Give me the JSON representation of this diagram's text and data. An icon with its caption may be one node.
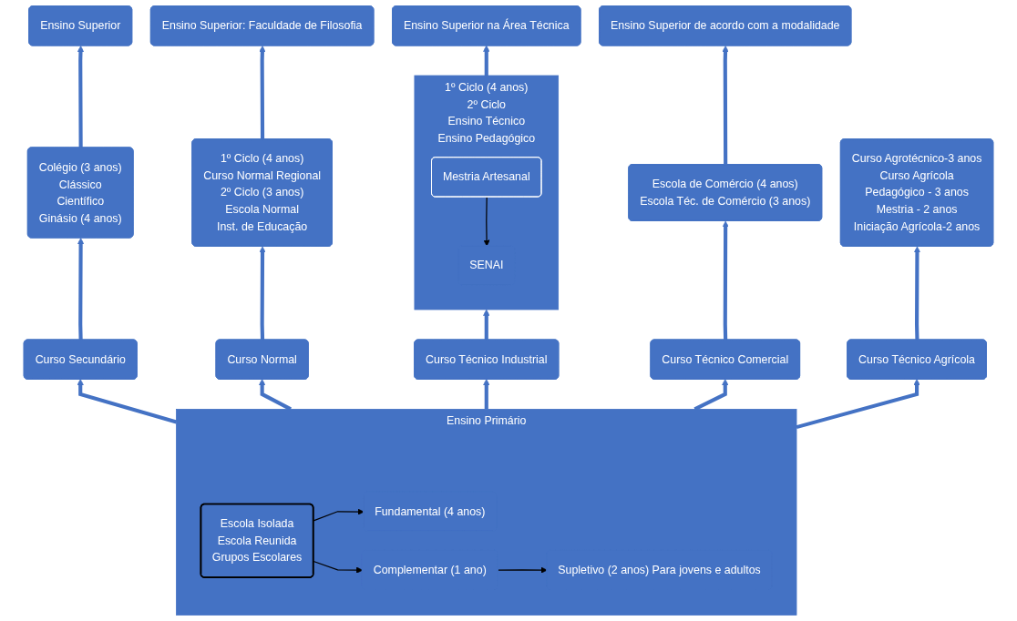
{
  "diagram": {
    "nodes": [
      {
        "text": [
          "Ensino Superior"
        ]
      },
      {
        "text": [
          "Ensino Superior: Faculdade de Filosofia"
        ]
      },
      {
        "text": [
          "Ensino Superior na Área Técnica"
        ]
      },
      {
        "text": [
          "Ensino Superior de acordo com a modalidade"
        ]
      },
      {
        "text": [
          "Colégio (3 anos)",
          "Clássico",
          "Científico",
          "Ginásio (4 anos)"
        ]
      },
      {
        "text": [
          "1º Ciclo (4 anos)",
          "Curso Normal Regional",
          "2º Ciclo (3 anos)",
          "Escola Normal",
          "Inst. de Educação"
        ]
      },
      {
        "text": [
          "1º Ciclo (4 anos)",
          "2º Ciclo",
          "Ensino Técnico",
          "Ensino Pedagógico"
        ]
      },
      {
        "text": [
          "Mestria Artesanal"
        ],
        "in": 6
      },
      {
        "text": [
          "SENAI"
        ],
        "in": 6
      },
      {
        "text": [
          "Escola de Comércio (4 anos)",
          "Escola Téc. de Comércio (3 anos)"
        ]
      },
      {
        "text": [
          "Curso Agrotécnico-3 anos",
          "Curso Agrícola",
          "Pedagógico - 3 anos",
          "Mestria - 2 anos",
          "Iniciação Agrícola-2 anos"
        ]
      },
      {
        "text": [
          "Curso Secundário"
        ]
      },
      {
        "text": [
          "Curso Normal"
        ]
      },
      {
        "text": [
          "Curso Técnico Industrial"
        ]
      },
      {
        "text": [
          "Curso Técnico Comercial"
        ]
      },
      {
        "text": [
          "Curso Técnico Agrícola"
        ]
      },
      {
        "text": [
          "Ensino Primário"
        ]
      },
      {
        "text": [
          "Escola Isolada",
          "Escola Reunida",
          "Grupos Escolares"
        ],
        "in": 16
      },
      {
        "text": [
          "Fundamental (4 anos)"
        ],
        "in": 16
      },
      {
        "text": [
          "Complementar (1 ano)"
        ],
        "in": 16
      },
      {
        "text": [
          "Supletivo (2 anos) Para jovens e adultos"
        ],
        "in": 16
      }
    ],
    "edges": [
      {
        "from": 11,
        "to": 4,
        "arrow": "to"
      },
      {
        "from": 4,
        "to": 0,
        "arrow": "to"
      },
      {
        "from": 12,
        "to": 5,
        "arrow": "to"
      },
      {
        "from": 5,
        "to": 1,
        "arrow": "to"
      },
      {
        "from": 13,
        "to": 6,
        "arrow": "to"
      },
      {
        "from": 6,
        "to": 2,
        "arrow": "to"
      },
      {
        "from": 7,
        "to": 8,
        "arrow": "to",
        "color": "#000000"
      },
      {
        "from": 14,
        "to": 9,
        "arrow": "to"
      },
      {
        "from": 9,
        "to": 3,
        "arrow": "to"
      },
      {
        "from": 15,
        "to": 10,
        "arrow": "to"
      },
      {
        "from": 16,
        "to": 11,
        "arrow": "to"
      },
      {
        "from": 16,
        "to": 12,
        "arrow": "to"
      },
      {
        "from": 16,
        "to": 13,
        "arrow": "to"
      },
      {
        "from": 16,
        "to": 14,
        "arrow": "to"
      },
      {
        "from": 16,
        "to": 15,
        "arrow": "to"
      },
      {
        "from": 17,
        "to": 18,
        "arrow": "to",
        "color": "#000000"
      },
      {
        "from": 17,
        "to": 19,
        "arrow": "to",
        "color": "#000000"
      },
      {
        "from": 19,
        "to": 20,
        "arrow": "to",
        "color": "#000000"
      }
    ]
  }
}
